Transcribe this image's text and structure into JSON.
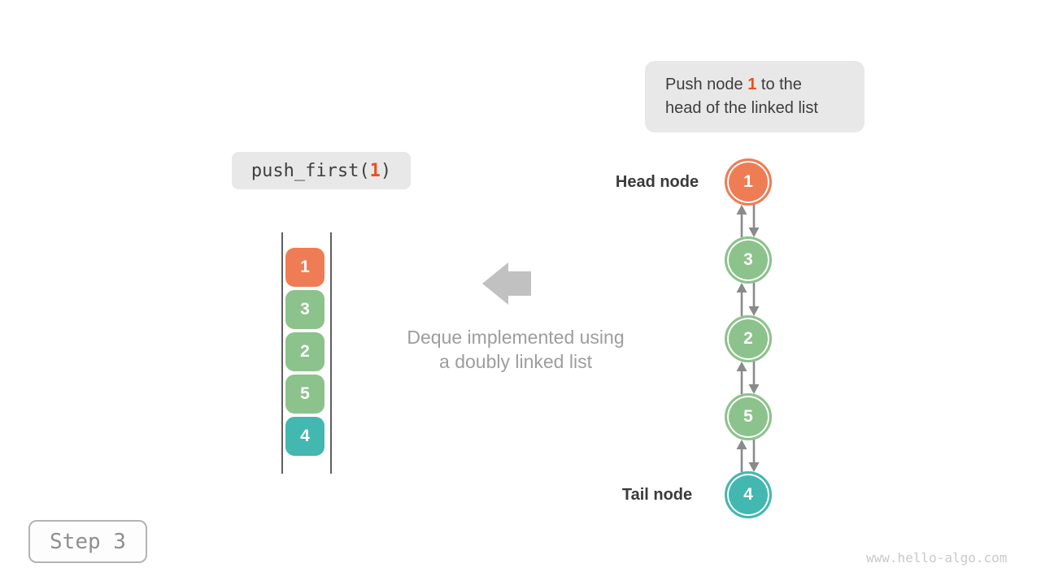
{
  "callout": {
    "line1": {
      "prefix": "Push node ",
      "value": "1",
      "suffix": " to the"
    },
    "line2": "head of the linked list"
  },
  "code_call": {
    "fn": "push_first(",
    "arg": "1",
    "close": ")"
  },
  "stack": {
    "items": [
      {
        "value": "1",
        "color": "#ee7d55"
      },
      {
        "value": "3",
        "color": "#8cc28b"
      },
      {
        "value": "2",
        "color": "#8cc28b"
      },
      {
        "value": "5",
        "color": "#8cc28b"
      },
      {
        "value": "4",
        "color": "#42b8b0"
      }
    ]
  },
  "center": {
    "caption_line1": "Deque implemented using",
    "caption_line2": "a doubly linked list"
  },
  "linked_list": {
    "head_label": "Head node",
    "tail_label": "Tail node",
    "nodes": [
      {
        "value": "1",
        "color": "#ee7d55"
      },
      {
        "value": "3",
        "color": "#8cc28b"
      },
      {
        "value": "2",
        "color": "#8cc28b"
      },
      {
        "value": "5",
        "color": "#8cc28b"
      },
      {
        "value": "4",
        "color": "#42b8b0"
      }
    ]
  },
  "footer": {
    "step_label": "Step 3",
    "watermark": "www.hello-algo.com"
  },
  "colors": {
    "accent_orange": "#e8511f",
    "link_arrow_gray": "#8a8a8a",
    "big_arrow_gray": "#c1c1c1"
  }
}
